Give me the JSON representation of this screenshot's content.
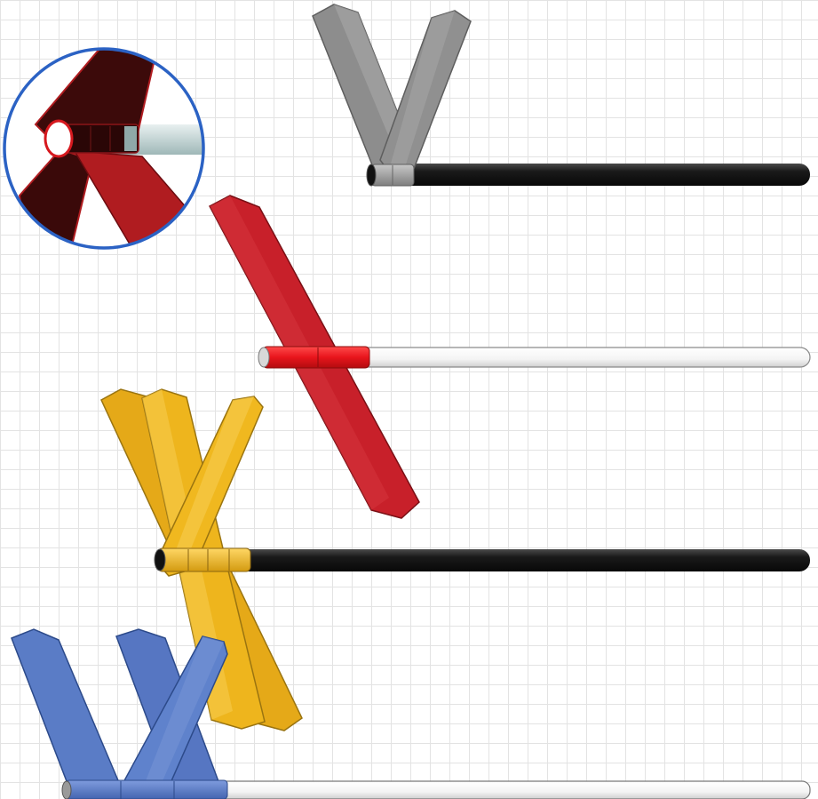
{
  "scene": {
    "background": "#ffffff",
    "grid_color": "#e3e3e3",
    "assemblies": [
      {
        "name": "gray-hinge-assembly",
        "blade_color": "#8f8f8f",
        "blade_stroke": "#5e5e5e",
        "rod_color": "#1c1c1c",
        "hub_color": "#9c9c9c",
        "blade_count": 2,
        "state": "open V"
      },
      {
        "name": "red-hinge-assembly",
        "blade_color": "#c8202a",
        "blade_stroke": "#7a1015",
        "rod_color": "#ffffff",
        "hub_color": "#e8151c",
        "blade_count": 1,
        "state": "straight, crossing rod"
      },
      {
        "name": "yellow-hinge-assembly",
        "blade_color": "#eeb51d",
        "blade_stroke": "#9a7410",
        "rod_color": "#1c1c1c",
        "hub_color": "#eeb51d",
        "blade_count": 3,
        "state": "crossed X"
      },
      {
        "name": "blue-hinge-assembly",
        "blade_color": "#5a7cc6",
        "blade_stroke": "#2c4a8a",
        "rod_color": "#f2f2f2",
        "hub_color": "#5a7cc6",
        "blade_count": 3,
        "state": "X and V"
      }
    ],
    "detail_inset": {
      "name": "hinge-detail-magnifier",
      "ring_color": "#2b62c4",
      "blade_dark": "#3c0a0a",
      "blade_red": "#b01c20"
    }
  }
}
